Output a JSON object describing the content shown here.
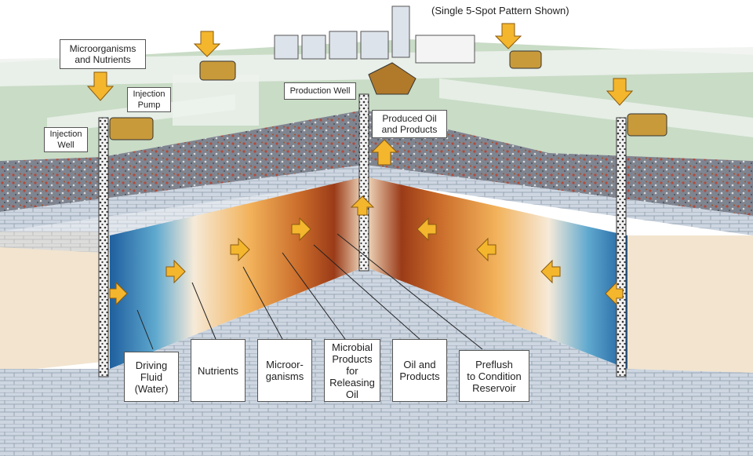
{
  "caption": "(Single 5-Spot Pattern Shown)",
  "top_labels": {
    "microorganisms_nutrients": "Microorganisms\nand Nutrients",
    "injection_pump": "Injection\nPump",
    "injection_well": "Injection\nWell",
    "production_well": "Production Well",
    "produced_oil": "Produced Oil\nand Products"
  },
  "zone_labels": {
    "driving_fluid": "Driving\nFluid\n(Water)",
    "nutrients": "Nutrients",
    "microorganisms": "Microor-\nganisms",
    "microbial_products": "Microbial\nProducts\nfor\nReleasing\nOil",
    "oil_products": "Oil and\nProducts",
    "preflush": "Preflush\nto Condition\nReservoir"
  },
  "colors": {
    "sky": "#ffffff",
    "grass": "#c9dcc6",
    "road": "#eef2ee",
    "gravel": "#8a8f99",
    "brick": "#cfd8e3",
    "sandstone": "#f4e4cf",
    "water_blue": "#2e7fb8",
    "oil_brown": "#b5531e",
    "arrow_orange": "#f3b62d",
    "label_border": "#555555"
  }
}
